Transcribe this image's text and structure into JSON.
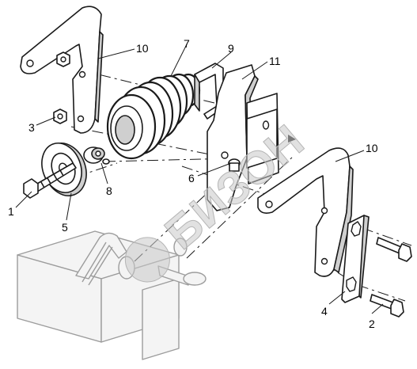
{
  "callouts": {
    "c1": "1",
    "c2": "2",
    "c3": "3",
    "c4": "4",
    "c5": "5",
    "c6": "6",
    "c7": "7",
    "c8": "8",
    "c9": "9",
    "c10a": "10",
    "c10b": "10",
    "c11": "11"
  },
  "watermark": {
    "text": "БИЗОН"
  }
}
